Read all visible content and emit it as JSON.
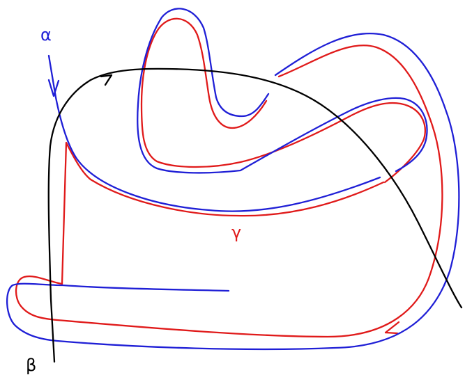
{
  "labels": {
    "alpha": "α",
    "beta": "β",
    "gamma": "γ"
  },
  "colors": {
    "alpha": "#1f1fd6",
    "gamma": "#e01a1a",
    "beta": "#000000",
    "background": "#ffffff"
  }
}
